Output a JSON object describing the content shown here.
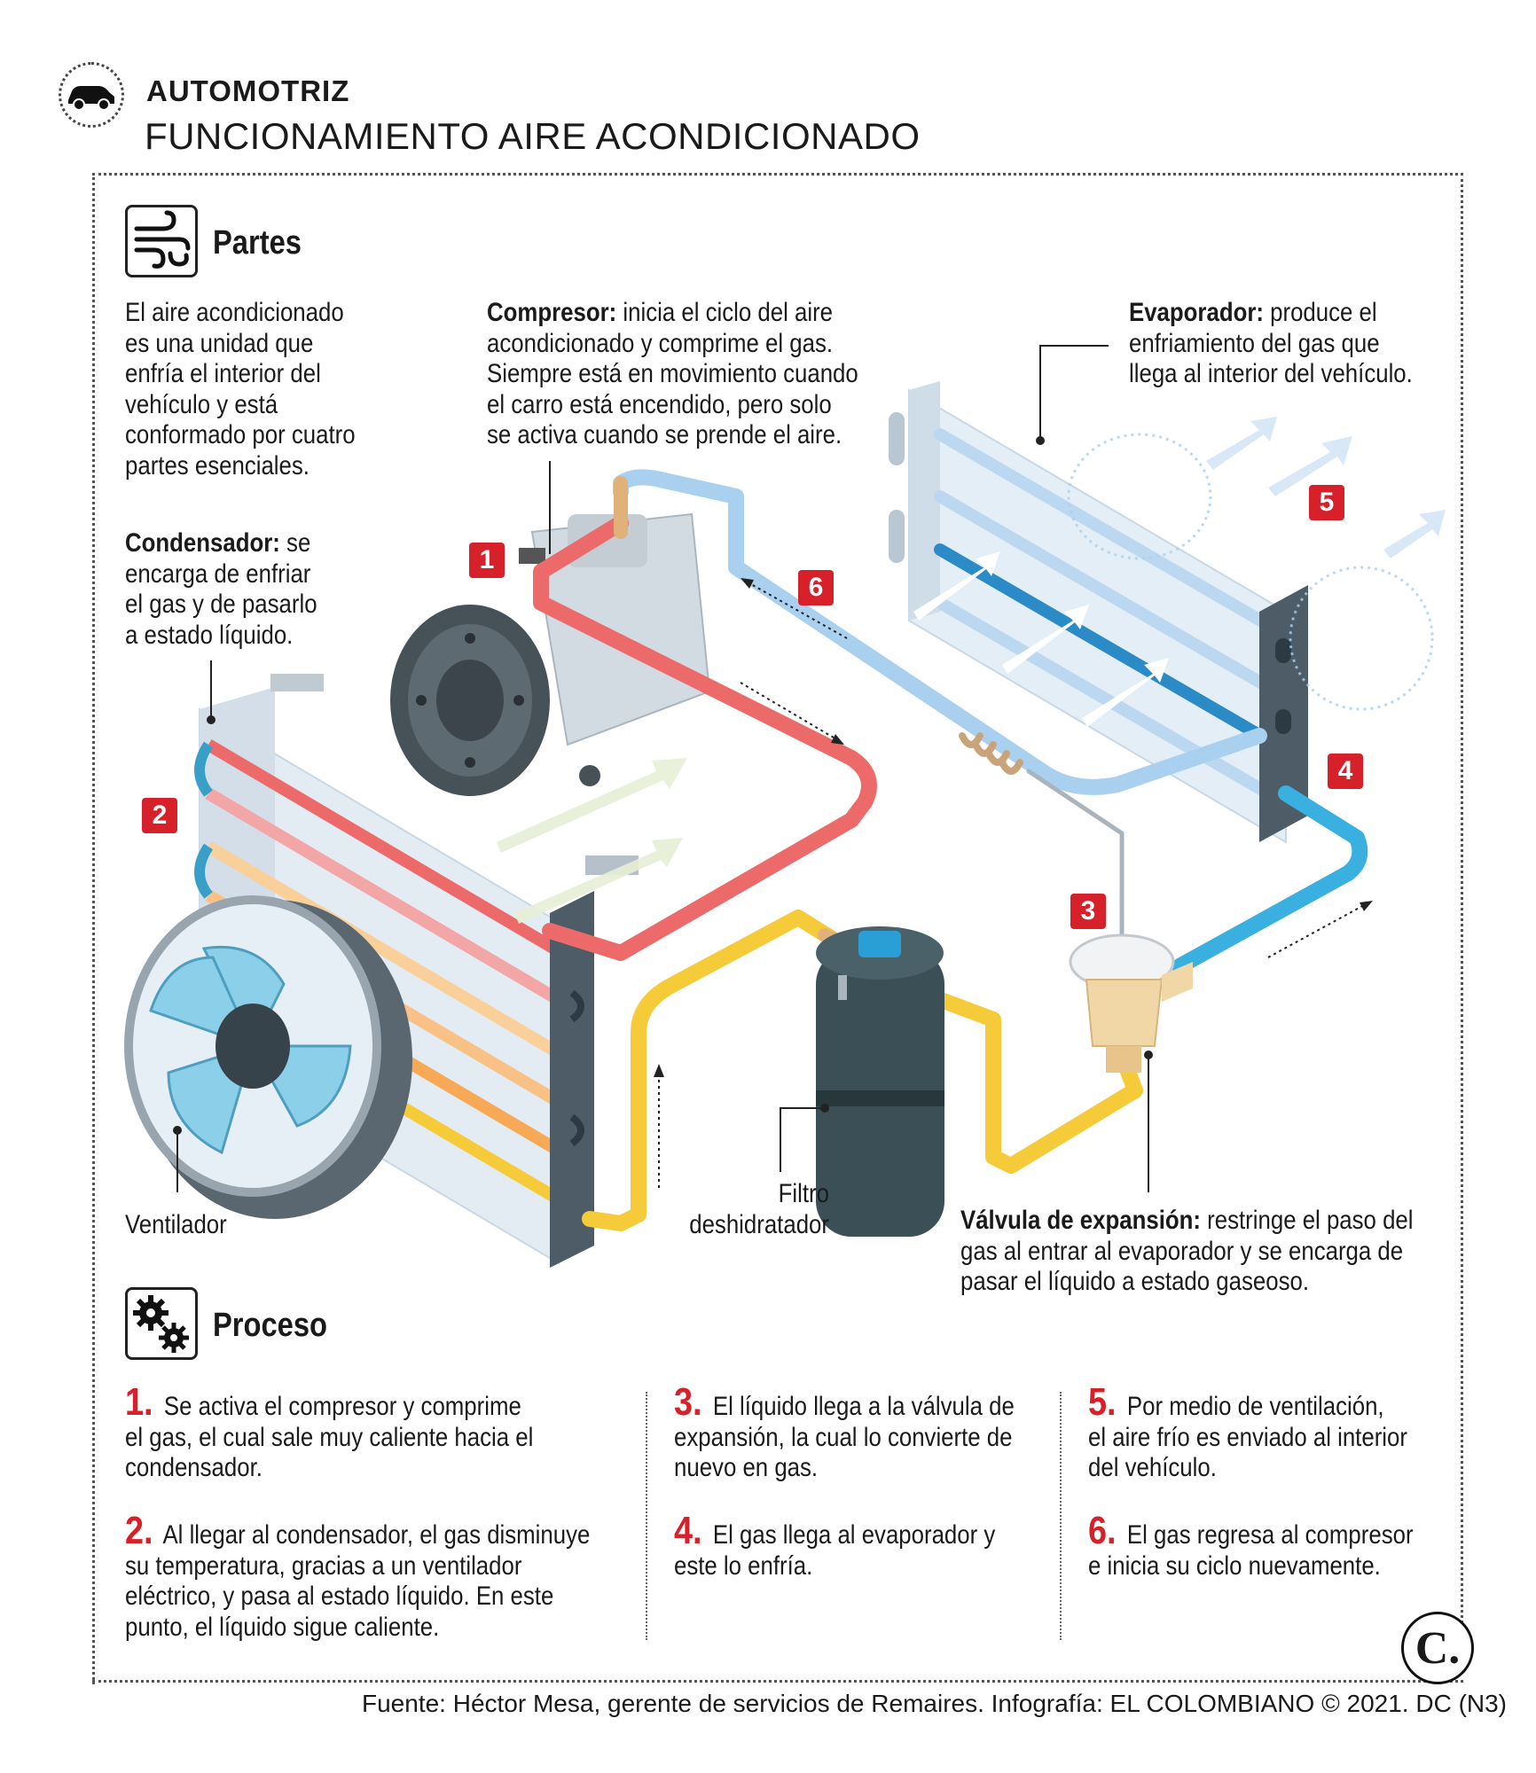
{
  "header": {
    "kicker": "AUTOMOTRIZ",
    "title": "FUNCIONAMIENTO AIRE ACONDICIONADO",
    "icon": "car-icon"
  },
  "partes": {
    "heading": "Partes",
    "icon": "wind-icon",
    "intro": [
      "El aire acondicionado",
      "es una unidad que",
      "enfría el interior del",
      "vehículo y está",
      "conformado por cuatro",
      "partes esenciales."
    ],
    "compresor": {
      "term": "Compresor:",
      "lines": [
        " inicia el ciclo del aire",
        "acondicionado y comprime el gas.",
        "Siempre está en movimiento cuando",
        "el carro está encendido, pero solo",
        "se activa cuando se prende el aire."
      ]
    },
    "evaporador": {
      "term": "Evaporador:",
      "lines": [
        " produce el",
        "enfriamiento del gas que",
        "llega al interior del vehículo."
      ]
    },
    "condensador": {
      "term": "Condensador:",
      "lines": [
        " se",
        "encarga de enfriar",
        "el gas y de pasarlo",
        "a estado líquido."
      ]
    },
    "ventilador": "Ventilador",
    "filtro": [
      "Filtro",
      "deshidratador"
    ],
    "valvula": {
      "term": "Válvula de expansión:",
      "lines": [
        " restringe el paso del",
        "gas al entrar al evaporador y se encarga de",
        "pasar el líquido a estado gaseoso."
      ]
    }
  },
  "badges": [
    "1",
    "2",
    "3",
    "4",
    "5",
    "6"
  ],
  "proceso": {
    "heading": "Proceso",
    "icon": "gears-icon",
    "steps": [
      {
        "num": "1.",
        "lines": [
          " Se activa el compresor y comprime",
          "el gas, el cual sale muy caliente hacia el",
          "condensador."
        ]
      },
      {
        "num": "2.",
        "lines": [
          " Al llegar al condensador, el gas disminuye",
          "su temperatura, gracias a un ventilador",
          "eléctrico, y pasa al estado líquido. En este",
          "punto, el líquido sigue caliente."
        ]
      },
      {
        "num": "3.",
        "lines": [
          " El líquido llega a la válvula de",
          "expansión, la cual lo convierte de",
          "nuevo en gas."
        ]
      },
      {
        "num": "4.",
        "lines": [
          " El gas llega al evaporador y",
          "este lo enfría."
        ]
      },
      {
        "num": "5.",
        "lines": [
          " Por medio de ventilación,",
          "el aire frío es enviado al interior",
          "del vehículo."
        ]
      },
      {
        "num": "6.",
        "lines": [
          " El gas regresa al compresor",
          "e inicia su ciclo nuevamente."
        ]
      }
    ]
  },
  "footer": {
    "source": "Fuente: Héctor Mesa, gerente de servicios de Remaires. Infografía: EL COLOMBIANO © 2021. DC (N3)",
    "logo": "C."
  },
  "colors": {
    "accent_red": "#d6202a",
    "hot_pipe": "#ec6a6a",
    "cold_pipe": "#a9d0ee",
    "liquid_pipe": "#f6cb3a",
    "cool_pipe": "#3ab0e0"
  }
}
